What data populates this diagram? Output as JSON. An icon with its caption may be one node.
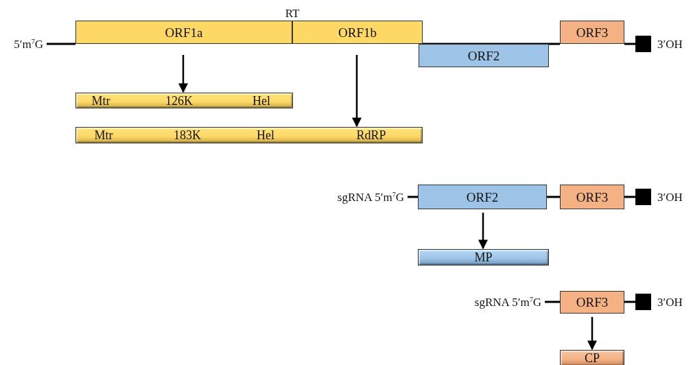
{
  "diagram": {
    "nodes": [
      {
        "text": [
          "ORF1a"
        ]
      },
      {
        "text": [
          "ORF1b"
        ]
      },
      {
        "text": [
          "ORF2"
        ]
      },
      {
        "text": [
          "ORF3"
        ]
      },
      {
        "text": [
          "Mtr",
          "126K",
          "Hel"
        ]
      },
      {
        "text": [
          "Mtr",
          "183K",
          "Hel",
          "RdRP"
        ]
      },
      {
        "text": [
          "ORF2"
        ]
      },
      {
        "text": [
          "ORF3"
        ]
      },
      {
        "text": [
          "MP"
        ]
      },
      {
        "text": [
          "ORF3"
        ]
      },
      {
        "text": [
          "CP"
        ]
      },
      {
        "text": [
          "5′m$^{7}$G"
        ]
      },
      {
        "text": [],
        "shape": "box",
        "beside": [
          "3′OH"
        ]
      },
      {
        "text": [
          "sgRNA 5′m$^{7}$G"
        ]
      },
      {
        "text": [],
        "shape": "box",
        "beside": [
          "3′OH"
        ]
      },
      {
        "text": [
          "sgRNA 5′m$^{7}$G"
        ]
      },
      {
        "text": [],
        "shape": "box",
        "beside": [
          "3′OH"
        ]
      }
    ],
    "edges": [
      {
        "from": 0,
        "to": 4,
        "arrow": "to"
      },
      {
        "from": 1,
        "to": 5,
        "arrow": "to"
      },
      {
        "from": 6,
        "to": 8,
        "arrow": "to"
      },
      {
        "from": 9,
        "to": 10,
        "arrow": "to"
      },
      {
        "from": 11,
        "to": 0,
        "arrow": "none"
      },
      {
        "from": 1,
        "to": 3,
        "arrow": "none"
      },
      {
        "from": 3,
        "to": 12,
        "arrow": "none"
      },
      {
        "from": 13,
        "to": 6,
        "arrow": "none"
      },
      {
        "from": 6,
        "to": 7,
        "arrow": "none"
      },
      {
        "from": 7,
        "to": 14,
        "arrow": "none"
      },
      {
        "from": 15,
        "to": 9,
        "arrow": "none"
      },
      {
        "from": 9,
        "to": 16,
        "arrow": "none"
      }
    ],
    "labels": [
      "RT"
    ]
  }
}
